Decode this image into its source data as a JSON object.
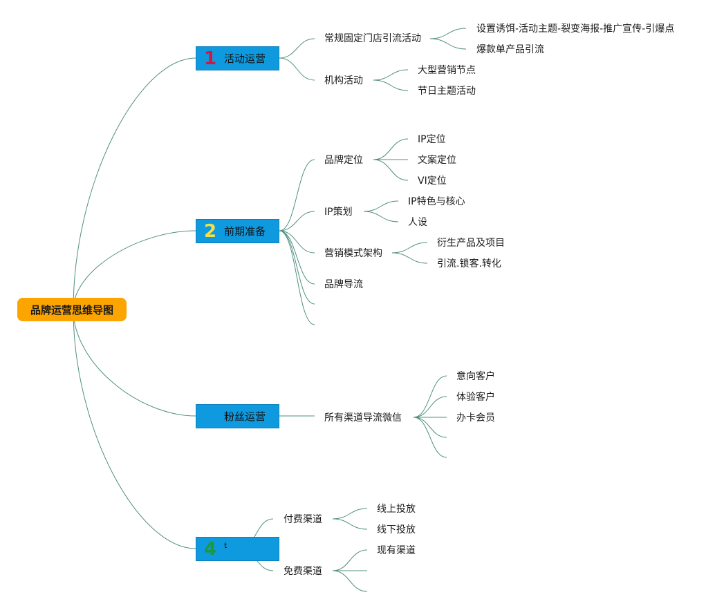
{
  "root": {
    "label": "品牌运营思维导图"
  },
  "branches": [
    {
      "badge": "1",
      "badge_color": "#d6163c",
      "label": "活动运营",
      "children": [
        {
          "label": "常规固定门店引流活动",
          "children": [
            "设置诱饵-活动主题-裂变海报-推广宣传-引爆点",
            "爆款单产品引流"
          ]
        },
        {
          "label": "机构活动",
          "children": [
            "大型营销节点",
            "节日主题活动"
          ]
        }
      ]
    },
    {
      "badge": "2",
      "badge_color": "#f2e04a",
      "label": "前期准备",
      "children": [
        {
          "label": "品牌定位",
          "children": [
            "IP定位",
            "文案定位",
            "VI定位"
          ]
        },
        {
          "label": "IP策划",
          "children": [
            "IP特色与核心",
            "人设"
          ]
        },
        {
          "label": "营销模式架构",
          "children": [
            "衍生产品及项目",
            "引流.锁客.转化"
          ]
        },
        {
          "label": "品牌导流",
          "children": []
        },
        {
          "label": "",
          "children": []
        },
        {
          "label": "",
          "children": []
        }
      ]
    },
    {
      "badge": "",
      "badge_color": "#ffffff",
      "label": "粉丝运营",
      "children": [
        {
          "label": "所有渠道导流微信",
          "children": [
            "意向客户",
            "体验客户",
            "办卡会员",
            "",
            ""
          ]
        }
      ]
    },
    {
      "badge": "4",
      "badge_color": "#1c9a3a",
      "label": "t",
      "children": [
        {
          "label": "付费渠道",
          "children": [
            "线上投放",
            "线下投放"
          ]
        },
        {
          "label": "免费渠道",
          "children": [
            "现有渠道",
            "",
            ""
          ]
        }
      ]
    }
  ]
}
